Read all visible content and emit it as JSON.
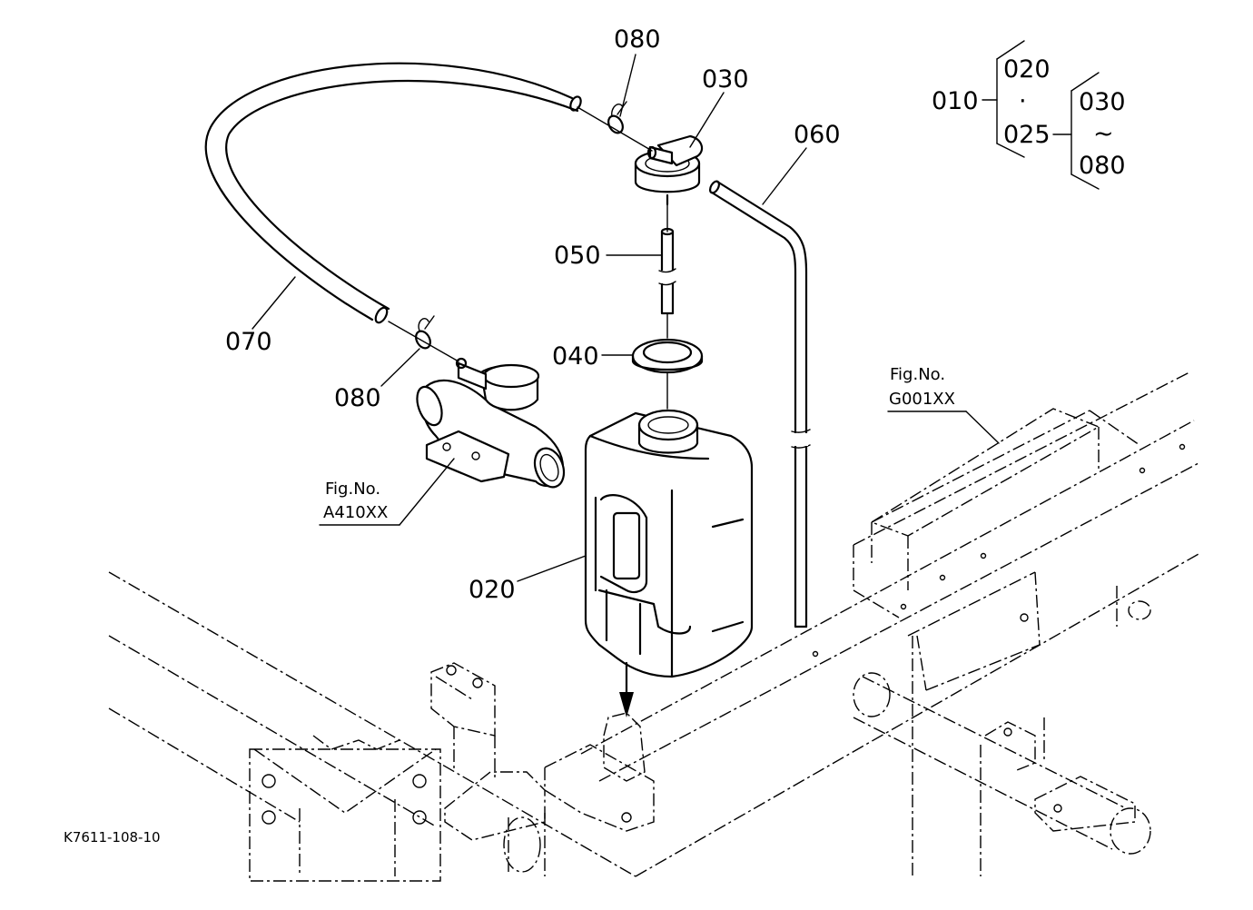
{
  "labels": {
    "p010": "010",
    "p020": "020",
    "p025": "025",
    "p030": "030",
    "p040": "040",
    "p050": "050",
    "p060": "060",
    "p070": "070",
    "p080": "080",
    "tree_020": "020",
    "tree_025": "025",
    "tree_030": "030",
    "tree_080": "080",
    "tree_dot": "·",
    "tree_tilde": "~"
  },
  "refs": {
    "fig_a_title": "Fig.No.",
    "fig_a_code": "A410XX",
    "fig_g_title": "Fig.No.",
    "fig_g_code": "G001XX"
  },
  "drawing_id": "K7611-108-10"
}
